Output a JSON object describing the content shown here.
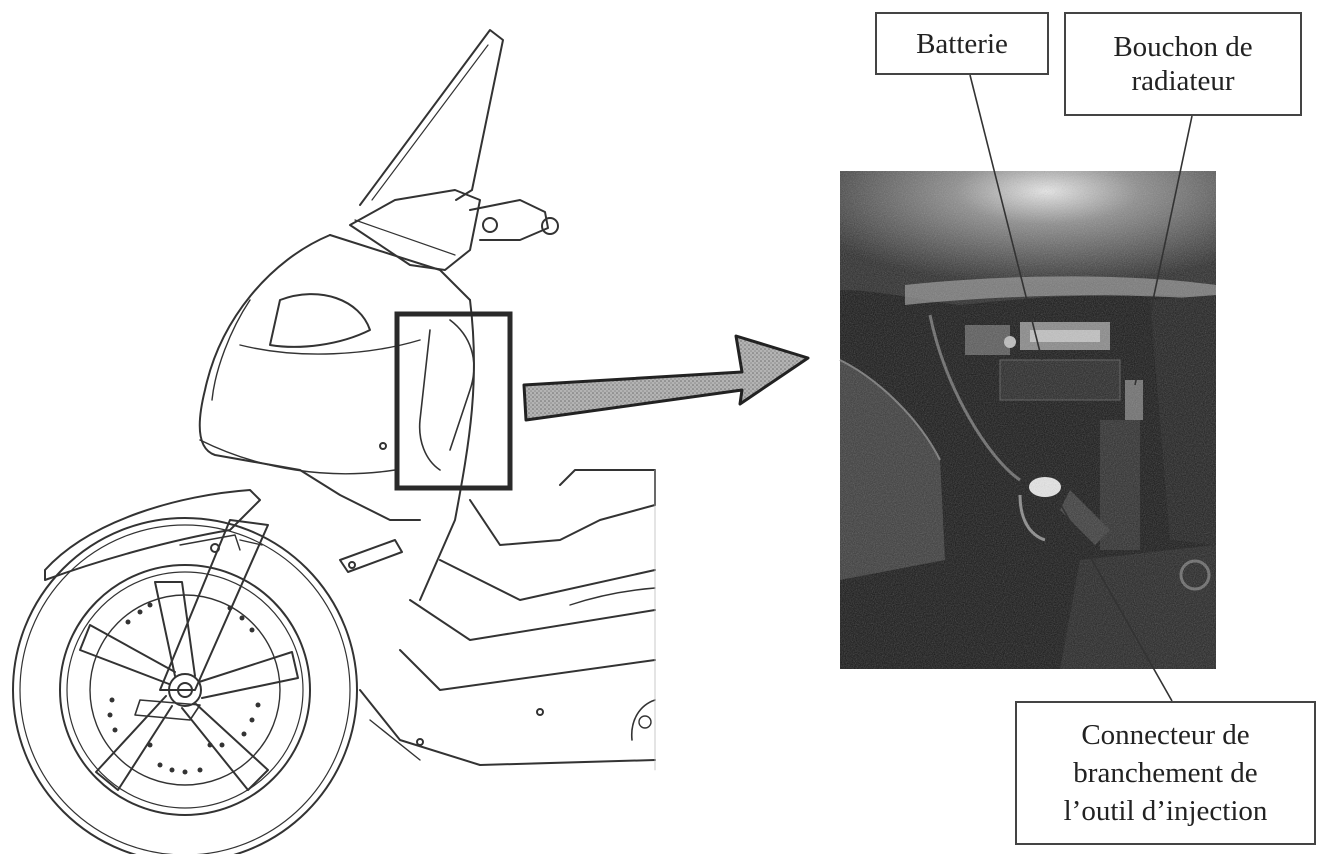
{
  "labels": {
    "battery": [
      "Batterie"
    ],
    "radiator_cap": [
      "Bouchon de",
      "radiateur"
    ],
    "injection_connector": [
      "Connecteur de",
      "branchement de",
      "l’outil d’injection"
    ]
  },
  "icons": {
    "scooter": "scooter-line-drawing-icon",
    "arrow": "arrow-right-icon"
  },
  "colors": {
    "photo_background": "#151515",
    "arrow_fill": "#a9a9a9",
    "line_color": "#333333"
  }
}
